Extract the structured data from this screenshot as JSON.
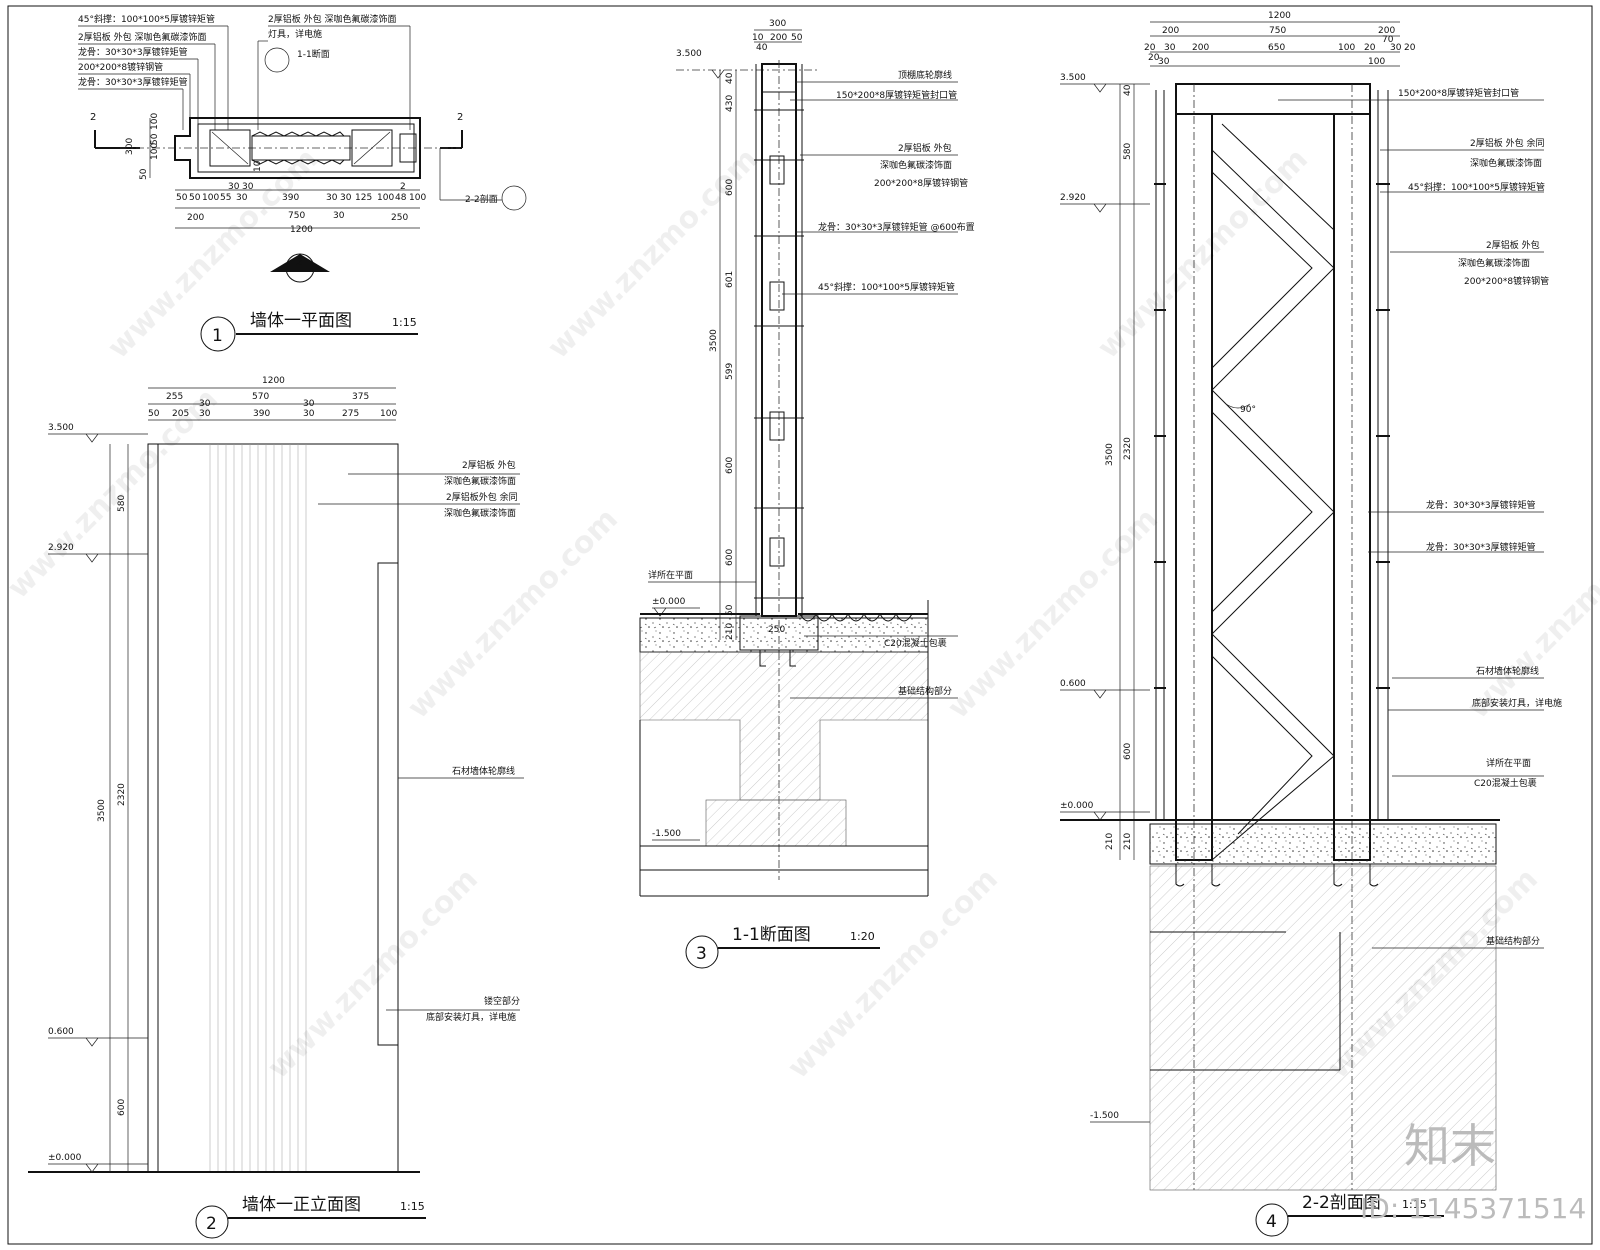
{
  "plan": {
    "annotations": [
      "45°斜撑：100*100*5厚镀锌矩管",
      "2厚铝板 外包 深咖色氟碳漆饰面",
      "龙骨：30*30*3厚镀锌矩管",
      "200*200*8镀锌钢管",
      "龙骨：30*30*3厚镀锌矩管"
    ],
    "top_right_notes": [
      "2厚铝板 外包 深咖色氟碳漆饰面",
      "灯具，详电施"
    ],
    "section_1_1": "1-1断面",
    "section_2_2": "2-2剖面",
    "section_marker_number": "2",
    "left_dims": [
      "300",
      "100",
      "50",
      "100",
      "50",
      "50",
      "50",
      "100"
    ],
    "dim_row1": [
      "50",
      "50",
      "100",
      "55",
      "30",
      "390",
      "30",
      "30",
      "125",
      "100",
      "48",
      "100"
    ],
    "dim_row1_small": [
      "30",
      "30",
      "2",
      "10"
    ],
    "dim_row2": [
      "200",
      "750",
      "30",
      "250"
    ],
    "dim_total": "1200",
    "title_number": "1",
    "title": "墙体一平面图",
    "scale": "1:15"
  },
  "elevation": {
    "dim_total": "1200",
    "dim_row1": [
      "255",
      "570",
      "375"
    ],
    "dim_row2": [
      "50",
      "205",
      "30",
      "30",
      "390",
      "30",
      "30",
      "275",
      "100"
    ],
    "levels": [
      "3.500",
      "2.920",
      "0.600",
      "±0.000"
    ],
    "vert_dims": [
      "580",
      "2320",
      "600",
      "3500"
    ],
    "notes": [
      "2厚铝板 外包",
      "深咖色氟碳漆饰面",
      "2厚铝板外包 余同",
      "深咖色氟碳漆饰面",
      "石材墙体轮廓线",
      "镂空部分",
      "底部安装灯具，详电施"
    ],
    "title_number": "2",
    "title": "墙体一正立面图",
    "scale": "1:15"
  },
  "section11": {
    "top_dims": [
      "300",
      "200",
      "40",
      "10",
      "50"
    ],
    "levels": [
      "3.500",
      "±0.000",
      "-1.500"
    ],
    "vert_dims": [
      "40",
      "430",
      "600",
      "601",
      "599",
      "600",
      "600",
      "50",
      "210",
      "3500"
    ],
    "notes": [
      "顶棚底轮廓线",
      "150*200*8厚镀锌矩管封口管",
      "2厚铝板 外包",
      "深咖色氟碳漆饰面",
      "200*200*8厚镀锌钢管",
      "龙骨：30*30*3厚镀锌矩管 @600布置",
      "45°斜撑：100*100*5厚镀锌矩管",
      "详所在平面",
      "250",
      "C20混凝土包裹",
      "基础结构部分"
    ],
    "title_number": "3",
    "title": "1-1断面图",
    "scale": "1:20"
  },
  "section22": {
    "top_total": "1200",
    "top_row1": [
      "200",
      "750",
      "200"
    ],
    "top_row2": [
      "20",
      "30",
      "200",
      "650",
      "100",
      "70",
      "30",
      "20"
    ],
    "top_row3": [
      "30",
      "100"
    ],
    "top_row2b": [
      "20",
      "20"
    ],
    "levels": [
      "3.500",
      "2.920",
      "0.600",
      "±0.000",
      "-1.500"
    ],
    "vert_dims": [
      "40",
      "580",
      "2320",
      "3500",
      "600",
      "210",
      "210"
    ],
    "angle": "90°",
    "notes": [
      "150*200*8厚镀锌矩管封口管",
      "2厚铝板 外包 余同",
      "深咖色氟碳漆饰面",
      "45°斜撑：100*100*5厚镀锌矩管",
      "2厚铝板 外包",
      "深咖色氟碳漆饰面",
      "200*200*8镀锌钢管",
      "龙骨：30*30*3厚镀锌矩管",
      "龙骨：30*30*3厚镀锌矩管",
      "石材墙体轮廓线",
      "底部安装灯具，详电施",
      "详所在平面",
      "C20混凝土包裹",
      "基础结构部分"
    ],
    "title_number": "4",
    "title": "2-2剖面图",
    "scale": "1:15"
  },
  "watermark": "www.znzmo.com",
  "logo_text": "知末",
  "id_text": "ID: 1145371514"
}
